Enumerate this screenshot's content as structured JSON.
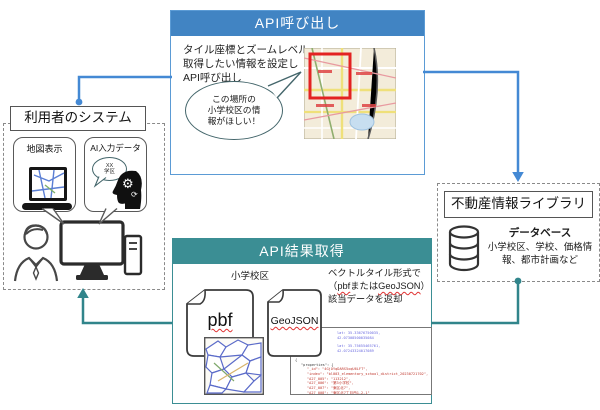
{
  "colors": {
    "api_call_header": "#4184C3",
    "api_call_border": "#5B9BD5",
    "api_result_header": "#3B8E94",
    "arrow_blue": "#4489D4",
    "arrow_teal": "#31858B",
    "squiggle_red": "#E03131",
    "map_selection_red": "#E32222"
  },
  "api_call_box": {
    "title": "API呼び出し",
    "description_line1": "タイル座標とズームレベル、",
    "description_line2": "取得したい情報を設定し",
    "description_line3": "API呼び出し",
    "bubble_line1": "この場所の",
    "bubble_line2": "小学校区の情",
    "bubble_line3": "報がほしい！"
  },
  "user_system": {
    "title": "利用者のシステム",
    "map_bubble_label": "地図表示",
    "ai_bubble_label": "AI入力データ",
    "ai_thought_line1": "XX",
    "ai_thought_line2": "学区"
  },
  "library_box": {
    "title": "不動産情報ライブラリ",
    "db_title": "データベース",
    "db_line1": "小学校区、学校、価格情",
    "db_line2": "報、都市計画など"
  },
  "api_result_box": {
    "title": "API結果取得",
    "district_label": "小学校区",
    "return_line1": "ベクトルタイル形式で",
    "return_line2_open": "（",
    "return_line2_pbf": "pbf",
    "return_line2_mid": "または",
    "return_line2_geojson": "GeoJSON",
    "return_line2_close": "）",
    "return_line3": "該当データを返却",
    "pbf_label": "pbf",
    "geojson_label": "GeoJSON",
    "code": {
      "blue1a": "lat: 35.33676750035,",
      "blue1b": "42.07308500035084",
      "blue2a": "lat: 35.75655465761,",
      "blue2b": "42.07243324017089",
      "j0": "{",
      "j1": "\"properties\": {",
      "j2": "\"_id\": \"4GjOYqDARS5xqU6LFT\",",
      "j3": "\"index\": \"bl003_elementary_school_district_20230721702\",",
      "j4": "\"A27_005\": \"113212\",",
      "j5": "\"A27_006\": \"第3小学校\",",
      "j6": "\"A27_007\": \"東区北7\",",
      "j7": "\"A27_008\": \"東区北7丁目西1-2-1\"",
      "j8": "}"
    }
  }
}
